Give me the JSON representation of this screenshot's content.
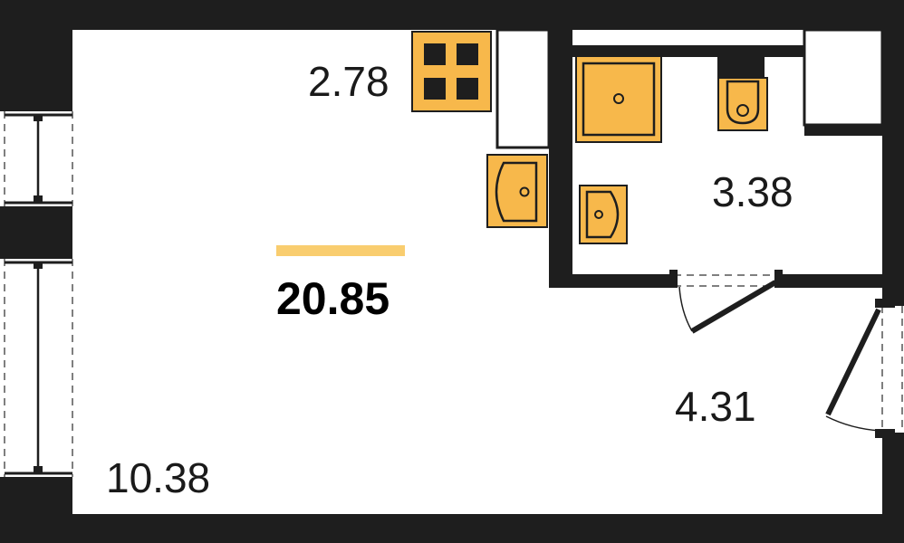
{
  "colors": {
    "wall": "#1e1e1e",
    "fixture": "#f7b84b",
    "accent": "#f9cd6f",
    "background": "#ffffff"
  },
  "plan": {
    "total_area": "20.85",
    "rooms": [
      {
        "id": "living",
        "area": "10.38"
      },
      {
        "id": "kitchen",
        "area": "2.78"
      },
      {
        "id": "bathroom",
        "area": "3.38"
      },
      {
        "id": "hall",
        "area": "4.31"
      }
    ],
    "fixtures": [
      "stove-icon",
      "kitchen-sink-icon",
      "shower-tray-icon",
      "toilet-icon",
      "washbasin-icon"
    ]
  }
}
